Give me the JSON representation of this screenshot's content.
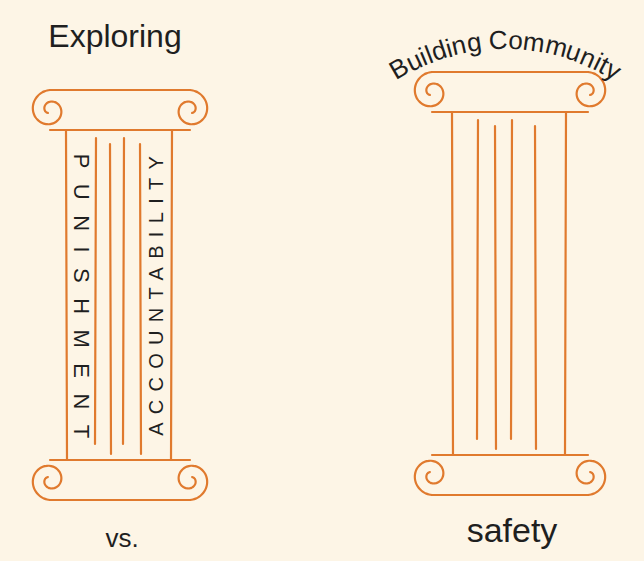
{
  "diagram": {
    "nodes": [
      {
        "text": [
          "Exploring",
          "PUNISHMENT",
          "vs.",
          "ACCOUNTABILITY"
        ]
      },
      {
        "text": [
          "Building Community",
          "safety"
        ]
      }
    ]
  }
}
